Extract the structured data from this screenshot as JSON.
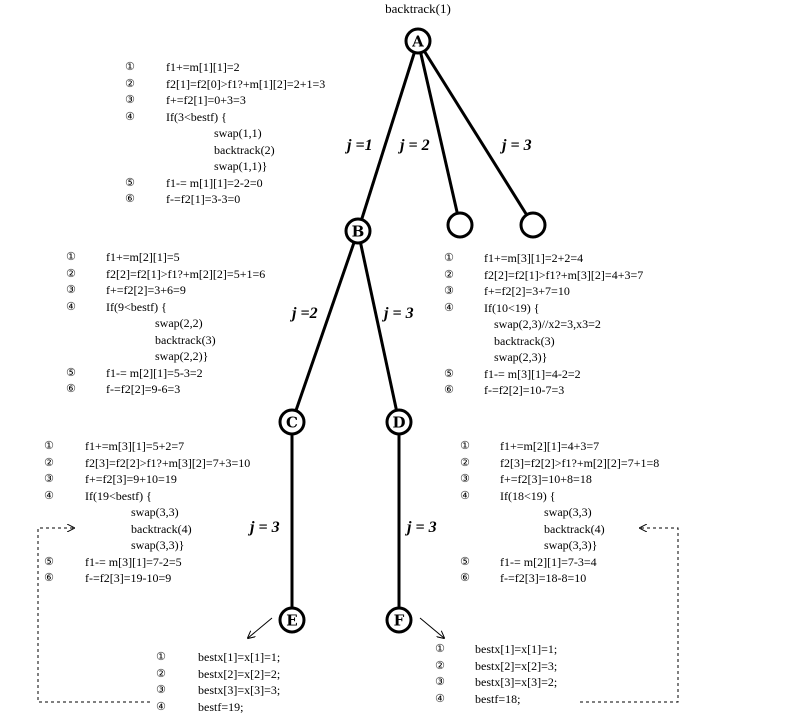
{
  "title": "backtrack(1)",
  "nodes": {
    "A": "A",
    "B": "B",
    "C": "C",
    "D": "D",
    "E": "E",
    "F": "F"
  },
  "edges": {
    "a_b": "j =1",
    "a_n2": "j = 2",
    "a_n3": "j = 3",
    "b_c": "j =2",
    "b_d": "j = 3",
    "c_e": "j = 3",
    "d_f": "j = 3"
  },
  "blocks": {
    "a": [
      {
        "n": "①",
        "t": "f1+=m[1][1]=2"
      },
      {
        "n": "②",
        "t": "f2[1]=f2[0]>f1?+m[1][2]=2+1=3"
      },
      {
        "n": "③",
        "t": "f+=f2[1]=0+3=3"
      },
      {
        "n": "④",
        "t": "If(3<bestf) {"
      },
      {
        "n": "",
        "t": "swap(1,1)"
      },
      {
        "n": "",
        "t": "backtrack(2)"
      },
      {
        "n": "",
        "t": "swap(1,1)}"
      },
      {
        "n": "⑤",
        "t": "f1-= m[1][1]=2-2=0"
      },
      {
        "n": "⑥",
        "t": "f-=f2[1]=3-3=0"
      }
    ],
    "b": [
      {
        "n": "①",
        "t": "f1+=m[2][1]=5"
      },
      {
        "n": "②",
        "t": "f2[2]=f2[1]>f1?+m[2][2]=5+1=6"
      },
      {
        "n": "③",
        "t": "f+=f2[2]=3+6=9"
      },
      {
        "n": "④",
        "t": "If(9<bestf) {"
      },
      {
        "n": "",
        "t": "swap(2,2)"
      },
      {
        "n": "",
        "t": "backtrack(3)"
      },
      {
        "n": "",
        "t": "swap(2,2)}"
      },
      {
        "n": "⑤",
        "t": "f1-= m[2][1]=5-3=2"
      },
      {
        "n": "⑥",
        "t": "f-=f2[2]=9-6=3"
      }
    ],
    "a3": [
      {
        "n": "①",
        "t": "f1+=m[3][1]=2+2=4"
      },
      {
        "n": "②",
        "t": "f2[2]=f2[1]>f1?+m[3][2]=4+3=7"
      },
      {
        "n": "③",
        "t": "f+=f2[2]=3+7=10"
      },
      {
        "n": "④",
        "t": "If(10<19) {"
      },
      {
        "n": "",
        "t": "swap(2,3)//x2=3,x3=2"
      },
      {
        "n": "",
        "t": "backtrack(3)"
      },
      {
        "n": "",
        "t": "swap(2,3)}"
      },
      {
        "n": "⑤",
        "t": "f1-= m[3][1]=4-2=2"
      },
      {
        "n": "⑥",
        "t": "f-=f2[2]=10-7=3"
      }
    ],
    "c": [
      {
        "n": "①",
        "t": "f1+=m[3][1]=5+2=7"
      },
      {
        "n": "②",
        "t": "f2[3]=f2[2]>f1?+m[3][2]=7+3=10"
      },
      {
        "n": "③",
        "t": "f+=f2[3]=9+10=19"
      },
      {
        "n": "④",
        "t": "If(19<bestf) {"
      },
      {
        "n": "",
        "t": "swap(3,3)"
      },
      {
        "n": "",
        "t": "backtrack(4)"
      },
      {
        "n": "",
        "t": "swap(3,3)}"
      },
      {
        "n": "⑤",
        "t": "f1-= m[3][1]=7-2=5"
      },
      {
        "n": "⑥",
        "t": "f-=f2[3]=19-10=9"
      }
    ],
    "d": [
      {
        "n": "①",
        "t": "f1+=m[2][1]=4+3=7"
      },
      {
        "n": "②",
        "t": "f2[3]=f2[2]>f1?+m[2][2]=7+1=8"
      },
      {
        "n": "③",
        "t": "f+=f2[3]=10+8=18"
      },
      {
        "n": "④",
        "t": "If(18<19) {"
      },
      {
        "n": "",
        "t": "swap(3,3)"
      },
      {
        "n": "",
        "t": "backtrack(4)"
      },
      {
        "n": "",
        "t": "swap(3,3)}"
      },
      {
        "n": "⑤",
        "t": "f1-= m[2][1]=7-3=4"
      },
      {
        "n": "⑥",
        "t": "f-=f2[3]=18-8=10"
      }
    ],
    "e": [
      {
        "n": "①",
        "t": "bestx[1]=x[1]=1;"
      },
      {
        "n": "②",
        "t": "bestx[2]=x[2]=2;"
      },
      {
        "n": "③",
        "t": "bestx[3]=x[3]=3;"
      },
      {
        "n": "④",
        "t": "bestf=19;"
      }
    ],
    "f": [
      {
        "n": "①",
        "t": "bestx[1]=x[1]=1;"
      },
      {
        "n": "②",
        "t": "bestx[2]=x[2]=3;"
      },
      {
        "n": "③",
        "t": "bestx[3]=x[3]=2;"
      },
      {
        "n": "④",
        "t": "bestf=18;"
      }
    ]
  }
}
